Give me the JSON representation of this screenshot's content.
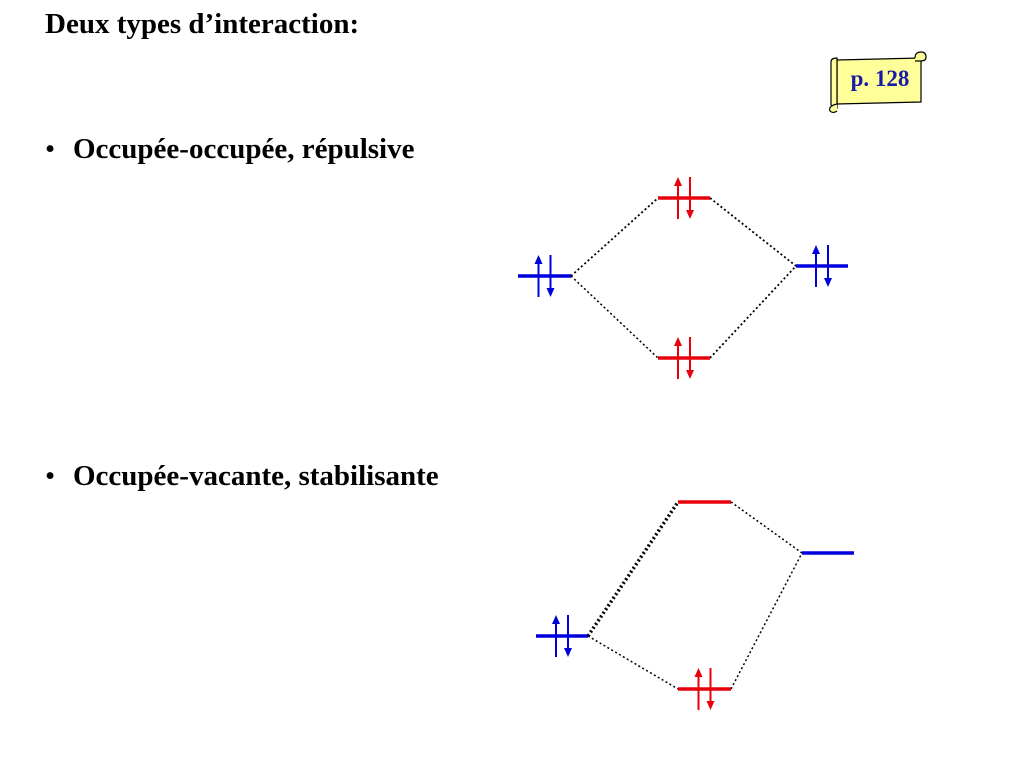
{
  "slide": {
    "title": "Deux types d’interaction:",
    "badge": "p. 128",
    "bullet_symbol": "•"
  },
  "sections": [
    {
      "label": "Occupée-occupée, répulsive",
      "levels": [
        {
          "id": "left",
          "color": "blue",
          "electrons": 2
        },
        {
          "id": "upper",
          "color": "red",
          "electrons": 2
        },
        {
          "id": "lower",
          "color": "red",
          "electrons": 2
        },
        {
          "id": "right",
          "color": "blue",
          "electrons": 2
        }
      ]
    },
    {
      "label": "Occupée-vacante, stabilisante",
      "levels": [
        {
          "id": "left",
          "color": "blue",
          "electrons": 2
        },
        {
          "id": "upper",
          "color": "red",
          "electrons": 0
        },
        {
          "id": "lower",
          "color": "red",
          "electrons": 2
        },
        {
          "id": "right",
          "color": "blue",
          "electrons": 0
        }
      ]
    }
  ],
  "colors": {
    "blue": "#0000dd",
    "red": "#e8000b",
    "connector": "#000000"
  }
}
